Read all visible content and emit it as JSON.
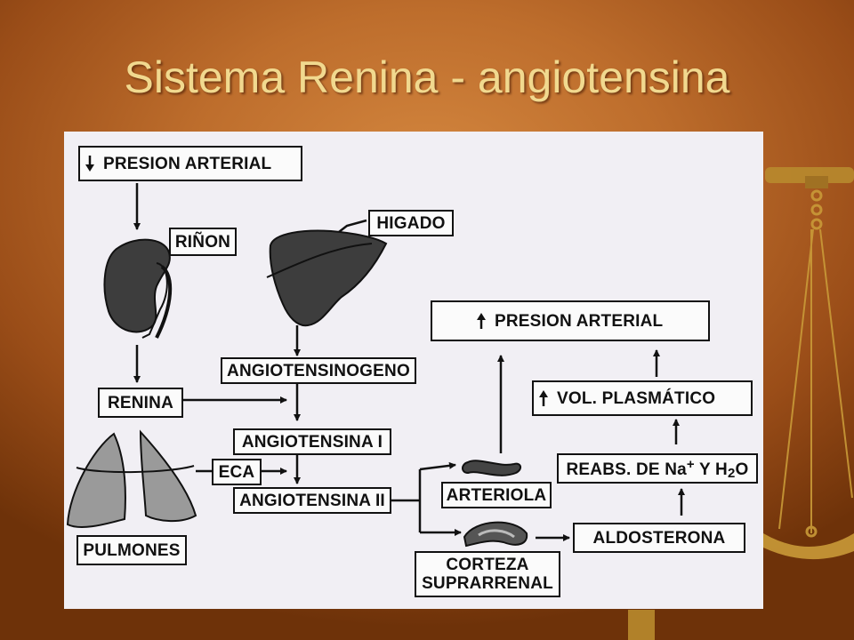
{
  "slide": {
    "title": "Sistema Renina - angiotensina"
  },
  "diagram": {
    "presion_top": "PRESION ARTERIAL",
    "rinon": "RIÑON",
    "higado": "HIGADO",
    "angiotensinogeno": "ANGIOTENSINOGENO",
    "renina": "RENINA",
    "angiotensina_1": "ANGIOTENSINA I",
    "eca": "ECA",
    "angiotensina_2": "ANGIOTENSINA II",
    "pulmones": "PULMONES",
    "arteriola": "ARTERIOLA",
    "corteza": "CORTEZA",
    "suprarrenal": "SUPRARRENAL",
    "aldosterona": "ALDOSTERONA",
    "reabs_prefix": "REABS. DE Na",
    "reabs_plus": "+",
    "reabs_mid": " Y H",
    "reabs_sub": "2",
    "reabs_o": "O",
    "vol_plasmatico": "VOL. PLASMÁTICO",
    "presion_result": "PRESION ARTERIAL"
  },
  "icons": {
    "decrease": "down-arrow-icon",
    "increase": "up-arrow-icon"
  },
  "colors": {
    "background": "#bd6d2c",
    "title": "#f1d98f",
    "panel": "#f1eff4",
    "organ_dark": "#3d3d3d",
    "organ_light": "#9a9a9a"
  }
}
